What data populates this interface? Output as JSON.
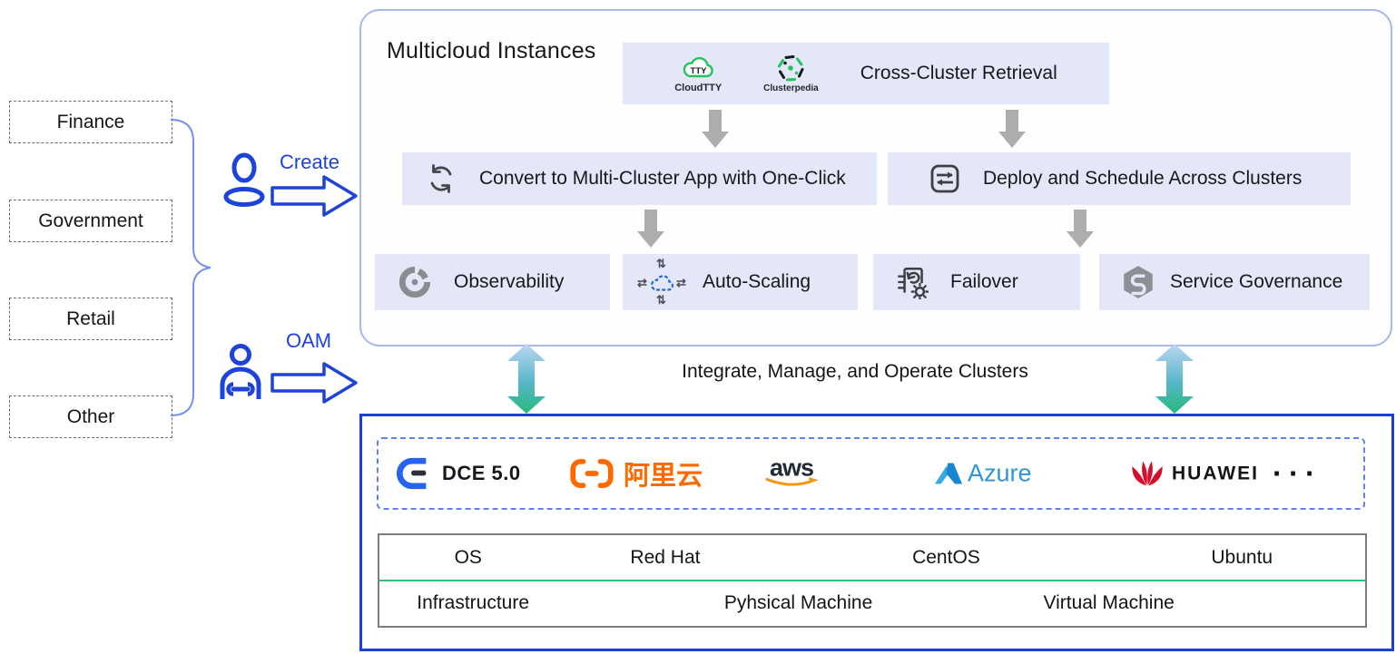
{
  "sectors": {
    "items": [
      "Finance",
      "Government",
      "Retail",
      "Other"
    ]
  },
  "actors": {
    "create_label": "Create",
    "oam_label": "OAM"
  },
  "platform": {
    "title": "Multicloud Instances",
    "retrieval": {
      "tool1": "CloudTTY",
      "tool1_icon_text": "TTY",
      "tool2": "Clusterpedia",
      "label": "Cross-Cluster Retrieval"
    },
    "actions": {
      "convert": "Convert to Multi-Cluster App with One-Click",
      "deploy": "Deploy and Schedule Across Clusters"
    },
    "features": {
      "observability": "Observability",
      "autoscaling": "Auto-Scaling",
      "failover": "Failover",
      "governance": "Service Governance"
    }
  },
  "integration": {
    "label": "Integrate, Manage, and Operate Clusters"
  },
  "providers": {
    "dce": "DCE 5.0",
    "alibaba": "阿里云",
    "aws": "aws",
    "azure": "Azure",
    "huawei": "HUAWEI",
    "more": "···"
  },
  "infra_table": {
    "row1": [
      "OS",
      "Red Hat",
      "CentOS",
      "Ubuntu"
    ],
    "row2": [
      "Infrastructure",
      "Pyhsical Machine",
      "Virtual Machine"
    ]
  },
  "colors": {
    "accent_blue": "#1d43d8",
    "panel_border": "#a9b6ef",
    "tile_bg": "#e4e7f8",
    "arrow_gray": "#adadad",
    "gradient_top": "#bcd7f3",
    "gradient_bottom": "#27b878",
    "bottom_border": "#1a3fd6",
    "dashed_border": "#6282ea",
    "table_divider": "#2fbf71",
    "cloudtty_green": "#23c45e",
    "alibaba_orange": "#ff6a00",
    "aws_orange": "#f79400",
    "azure_blue": "#2e96d8",
    "huawei_red": "#d40f2d"
  }
}
